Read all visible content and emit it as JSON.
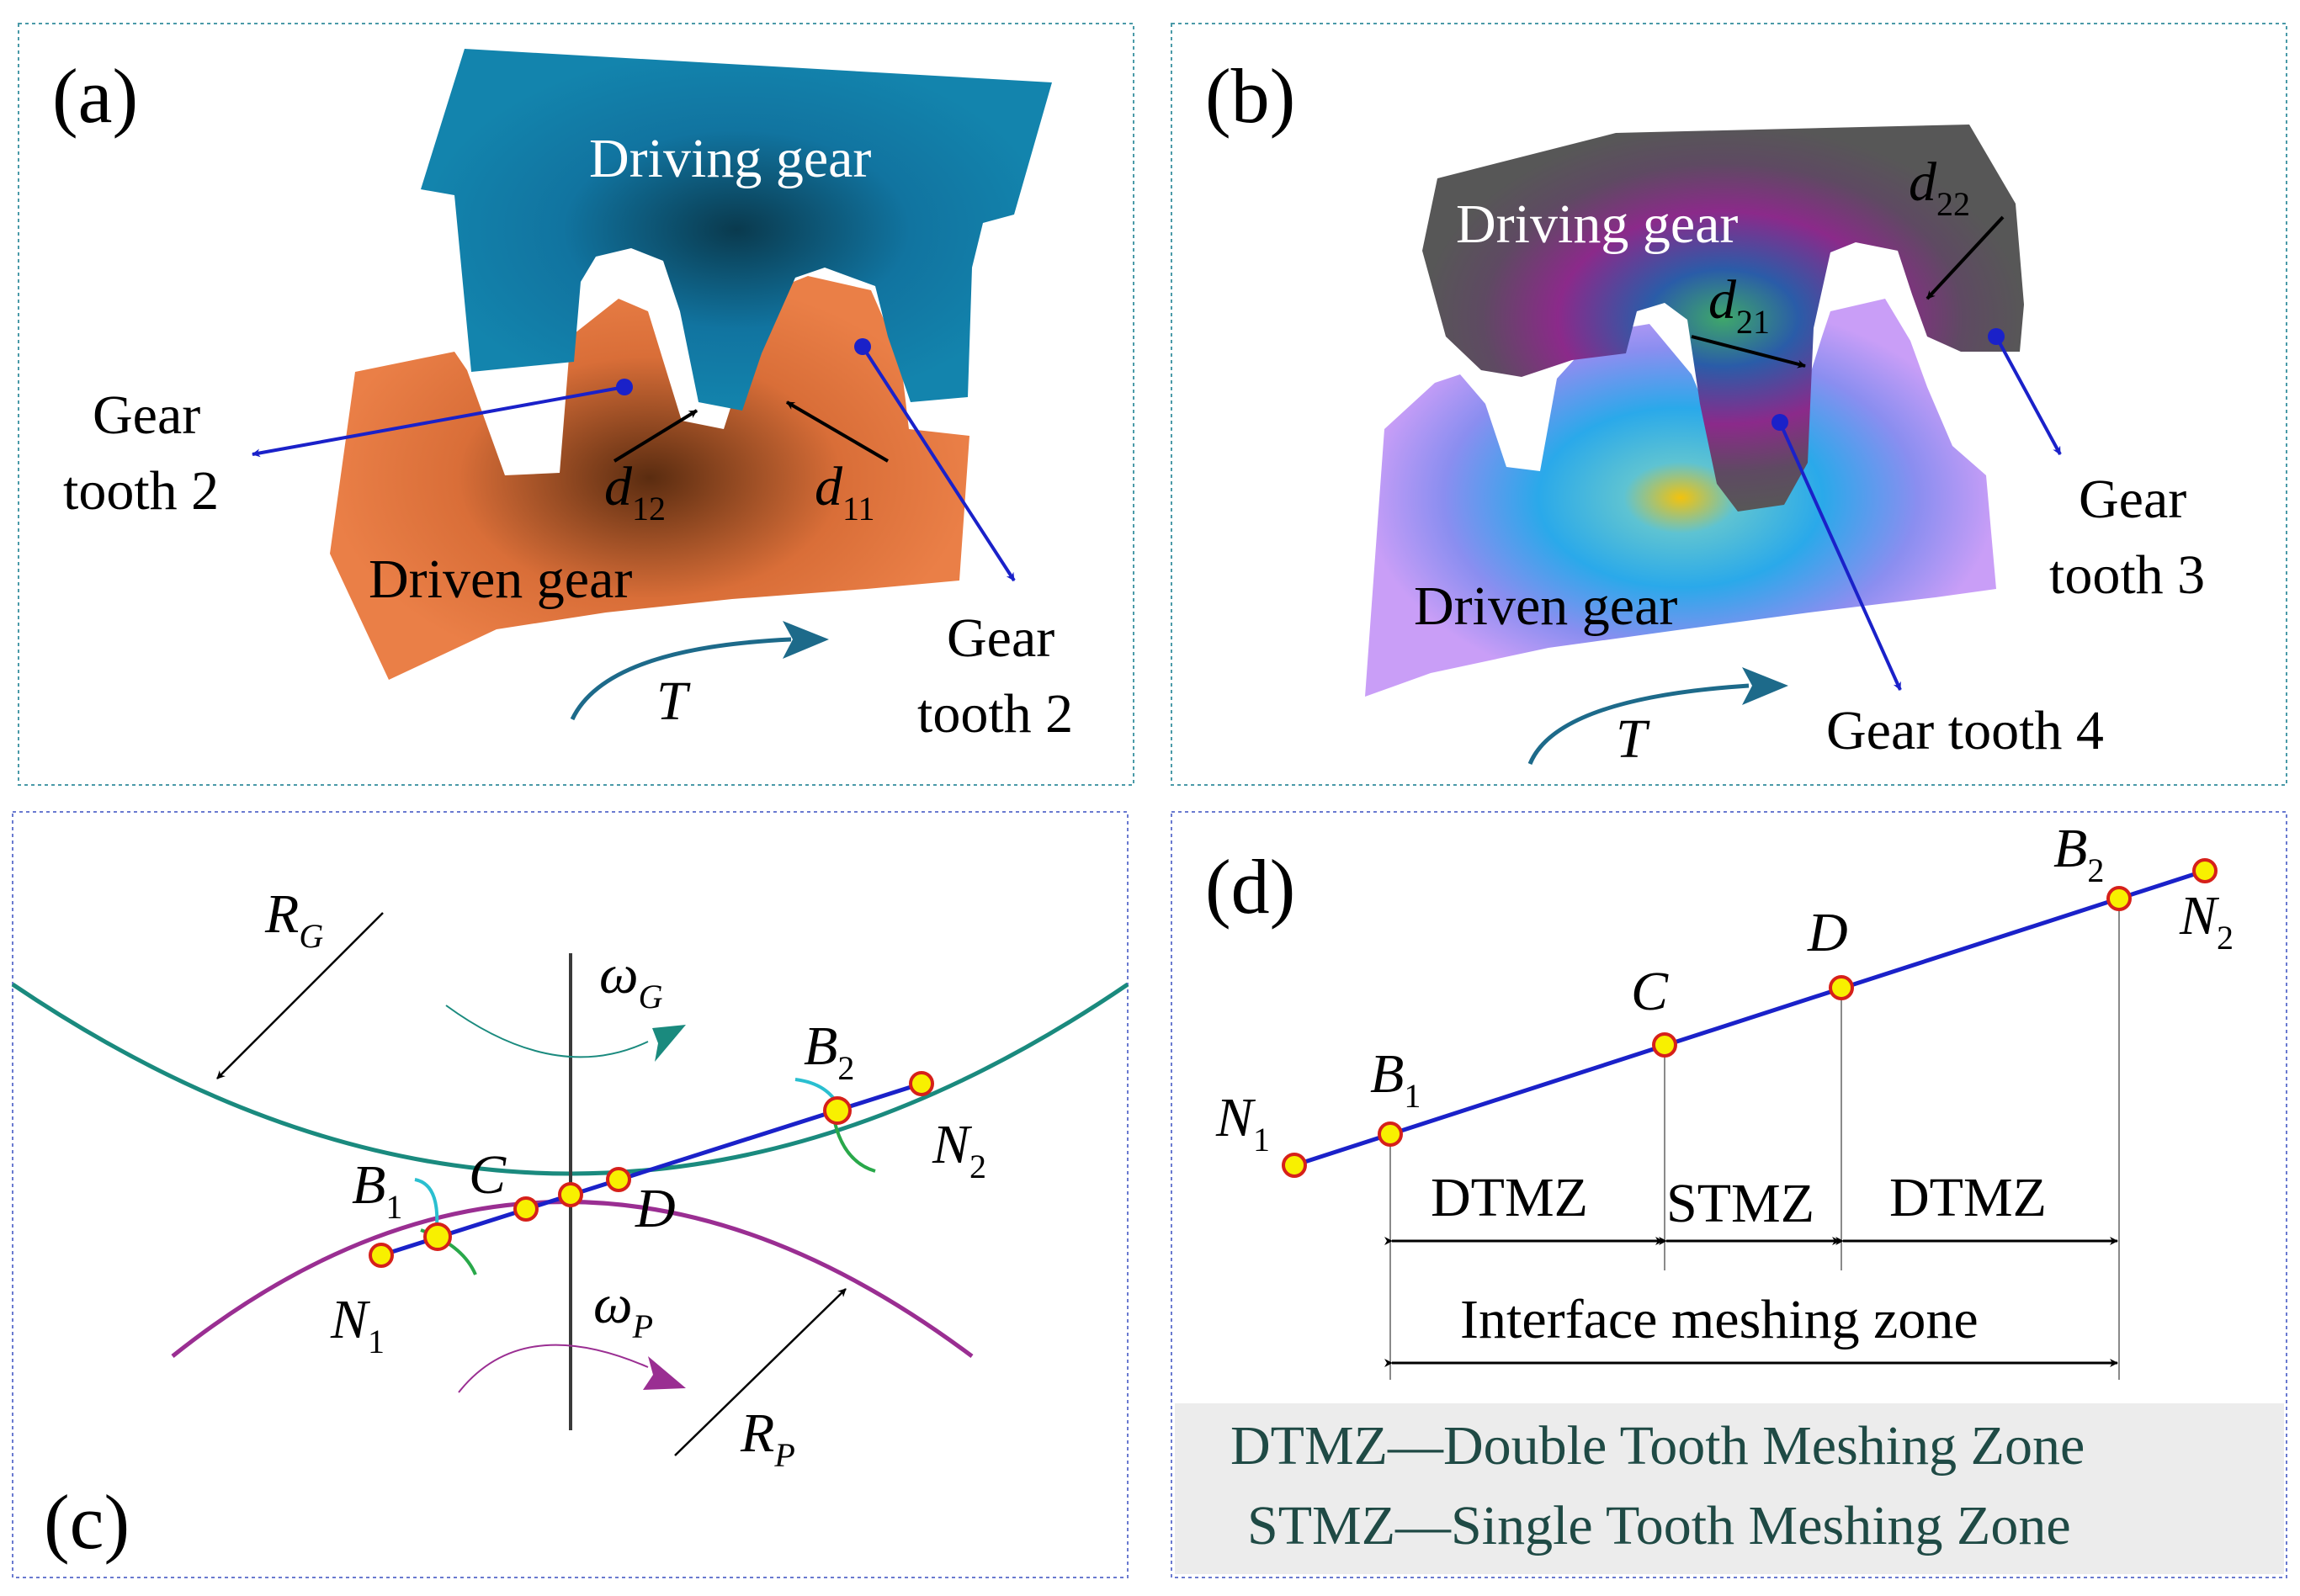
{
  "panel_a": {
    "label": "(a)",
    "driving_gear": "Driving gear",
    "driven_gear": "Driven gear",
    "left_tooth_line1": "Gear",
    "left_tooth_line2": "tooth 2",
    "right_tooth_line1": "Gear",
    "right_tooth_line2": "tooth 2",
    "d12_main": "d",
    "d12_sub": "12",
    "d11_main": "d",
    "d11_sub": "11",
    "torque": "T"
  },
  "panel_b": {
    "label": "(b)",
    "driving_gear": "Driving gear",
    "driven_gear": "Driven gear",
    "d21_main": "d",
    "d21_sub": "21",
    "d22_main": "d",
    "d22_sub": "22",
    "tooth3_line1": "Gear",
    "tooth3_line2": "tooth 3",
    "tooth4": "Gear tooth 4",
    "torque": "T"
  },
  "panel_c": {
    "label": "(c)",
    "rg_main": "R",
    "rg_sub": "G",
    "rp_main": "R",
    "rp_sub": "P",
    "wg_main": "ω",
    "wg_sub": "G",
    "wp_main": "ω",
    "wp_sub": "P",
    "b1_main": "B",
    "b1_sub": "1",
    "b2_main": "B",
    "b2_sub": "2",
    "n1_main": "N",
    "n1_sub": "1",
    "n2_main": "N",
    "n2_sub": "2",
    "c": "C",
    "d": "D"
  },
  "panel_d": {
    "label": "(d)",
    "n1_main": "N",
    "n1_sub": "1",
    "b1_main": "B",
    "b1_sub": "1",
    "c": "C",
    "d": "D",
    "b2_main": "B",
    "b2_sub": "2",
    "n2_main": "N",
    "n2_sub": "2",
    "zone1": "DTMZ",
    "zone2": "STMZ",
    "zone3": "DTMZ",
    "interface": "Interface meshing zone",
    "legend1": "DTMZ—Double Tooth Meshing Zone",
    "legend2": "STMZ—Single Tooth Meshing Zone"
  },
  "colors": {
    "driving_blue": "#1380aa",
    "driven_orange": "#e87d45",
    "dark_gray": "#575757",
    "lavender": "#c9a0f5",
    "arrow_blue": "#1a21c9",
    "teal": "#1a8a7e",
    "purple": "#9a2e92",
    "node_yellow": "#f8f000",
    "node_red": "#d6201a"
  }
}
